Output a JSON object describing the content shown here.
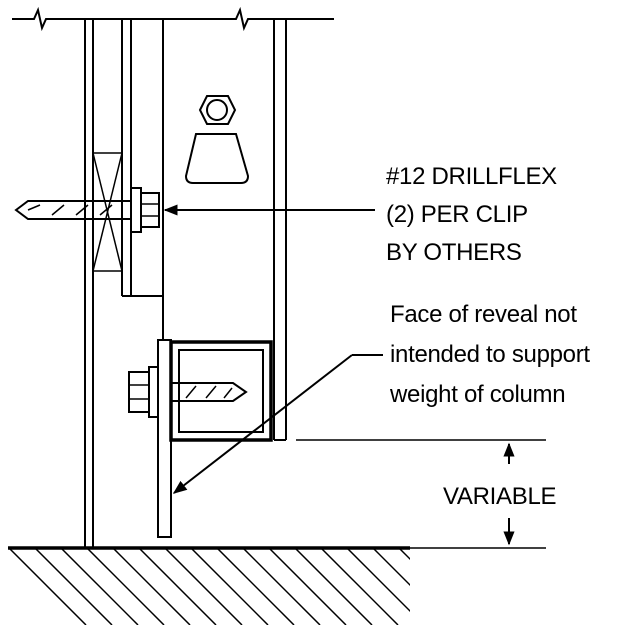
{
  "callouts": {
    "fastener": {
      "line1": "#12 DRILLFLEX",
      "line2": "(2) PER CLIP",
      "line3": "BY OTHERS"
    },
    "reveal": {
      "line1": "Face of reveal not",
      "line2": "intended to support",
      "line3": "weight of column"
    },
    "dimension": "VARIABLE"
  },
  "parts": {
    "hatch": "ground-hatch",
    "screw_upper": "drillflex-screw-icon",
    "screw_lower": "drillflex-screw-icon",
    "bolt": "hex-bolt-icon"
  },
  "colors": {
    "ink": "#000000",
    "background": "#ffffff"
  }
}
